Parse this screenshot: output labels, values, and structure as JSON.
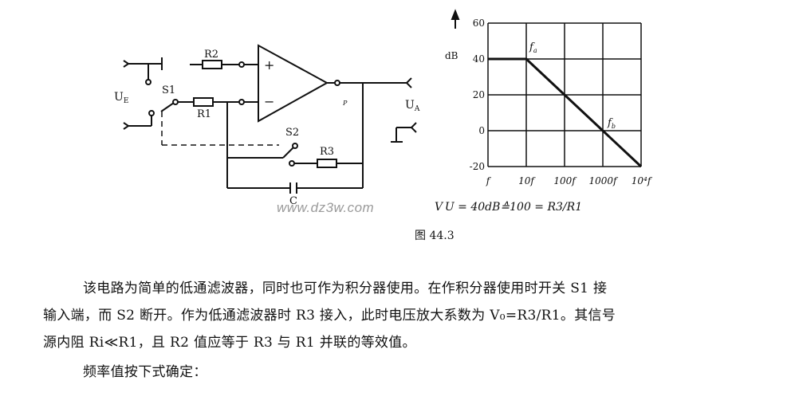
{
  "circuit": {
    "labels": {
      "r2": "R2",
      "r1": "R1",
      "r3": "R3",
      "s1": "S1",
      "s2": "S2",
      "c": "C",
      "ue": "U",
      "ue_sub": "E",
      "ua": "U",
      "ua_sub": "A",
      "plus": "+",
      "minus": "−",
      "p": "P"
    }
  },
  "watermark": "www.dz3w.com",
  "formula": "V U = 40dB≙100 = R3/R1",
  "caption": "图 44.3",
  "chart_data": {
    "type": "line",
    "ylabel": "dB",
    "yticks": [
      "60",
      "40",
      "20",
      "0",
      "-20"
    ],
    "xticks": [
      "f",
      "10f",
      "100f",
      "1000f",
      "10⁴f"
    ],
    "ylim": [
      -20,
      60
    ],
    "x_decades": [
      0,
      1,
      2,
      3,
      4
    ],
    "series": [
      {
        "points": [
          [
            0,
            40
          ],
          [
            1,
            40
          ],
          [
            2,
            20
          ],
          [
            3,
            0
          ],
          [
            4,
            -20
          ]
        ]
      }
    ],
    "annotations": {
      "fa": "f",
      "fa_sub": "a",
      "fb": "f",
      "fb_sub": "b"
    },
    "grid": true
  },
  "text": {
    "line1": "该电路为简单的低通滤波器，同时也可作为积分器使用。在作积分器使用时开关 S1 接",
    "line2": "输入端，而 S2 断开。作为低通滤波器时 R3 接入，此时电压放大系数为 V₀=R3/R1。其信号",
    "line3": "源内阻 Ri≪R1，且 R2 值应等于 R3 与 R1 并联的等效值。",
    "line4": "频率值按下式确定："
  }
}
